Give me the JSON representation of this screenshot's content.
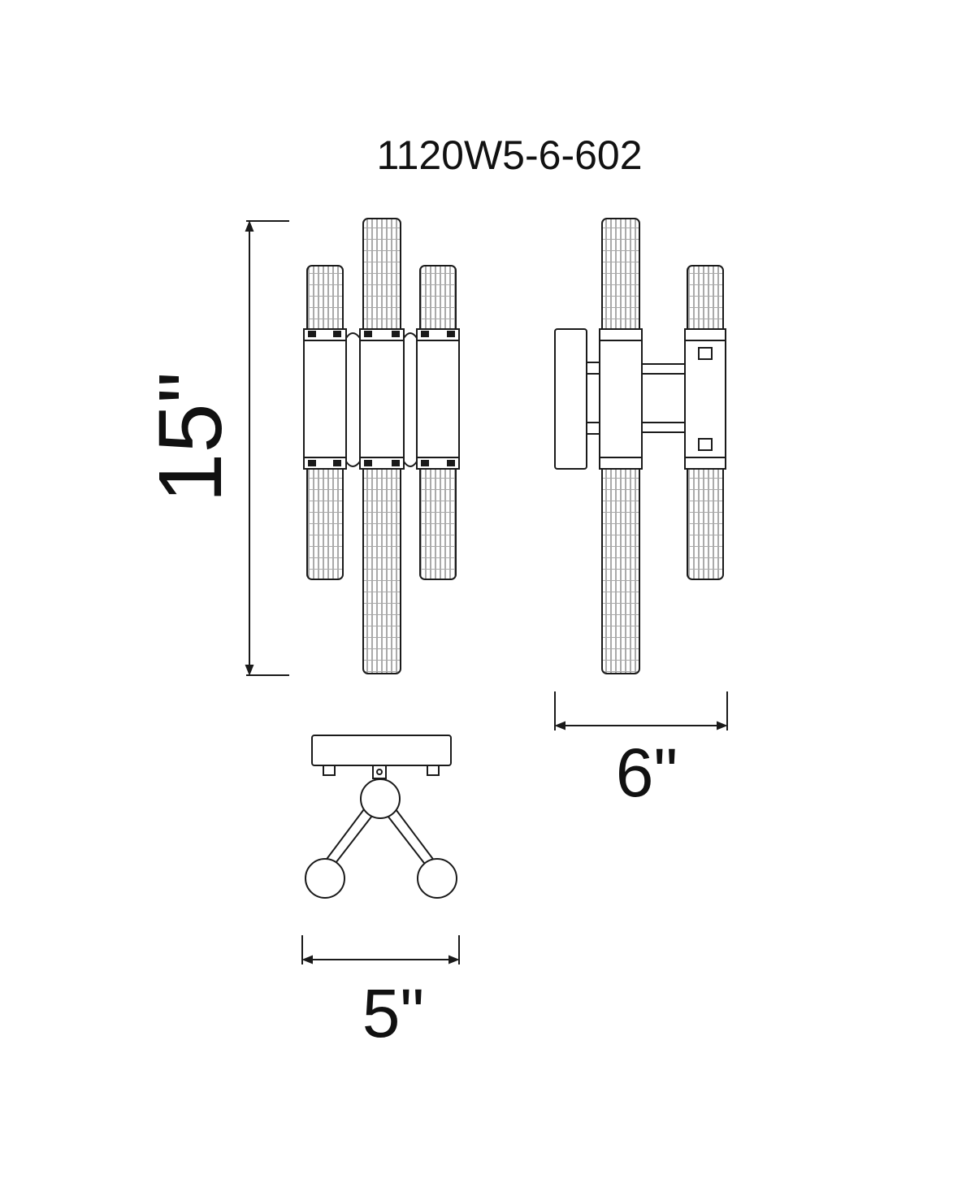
{
  "model_number": "1120W5-6-602",
  "dimensions": {
    "height": "15\"",
    "depth": "6\"",
    "width": "5\""
  },
  "colors": {
    "line": "#1a1a1a",
    "background": "#ffffff"
  }
}
